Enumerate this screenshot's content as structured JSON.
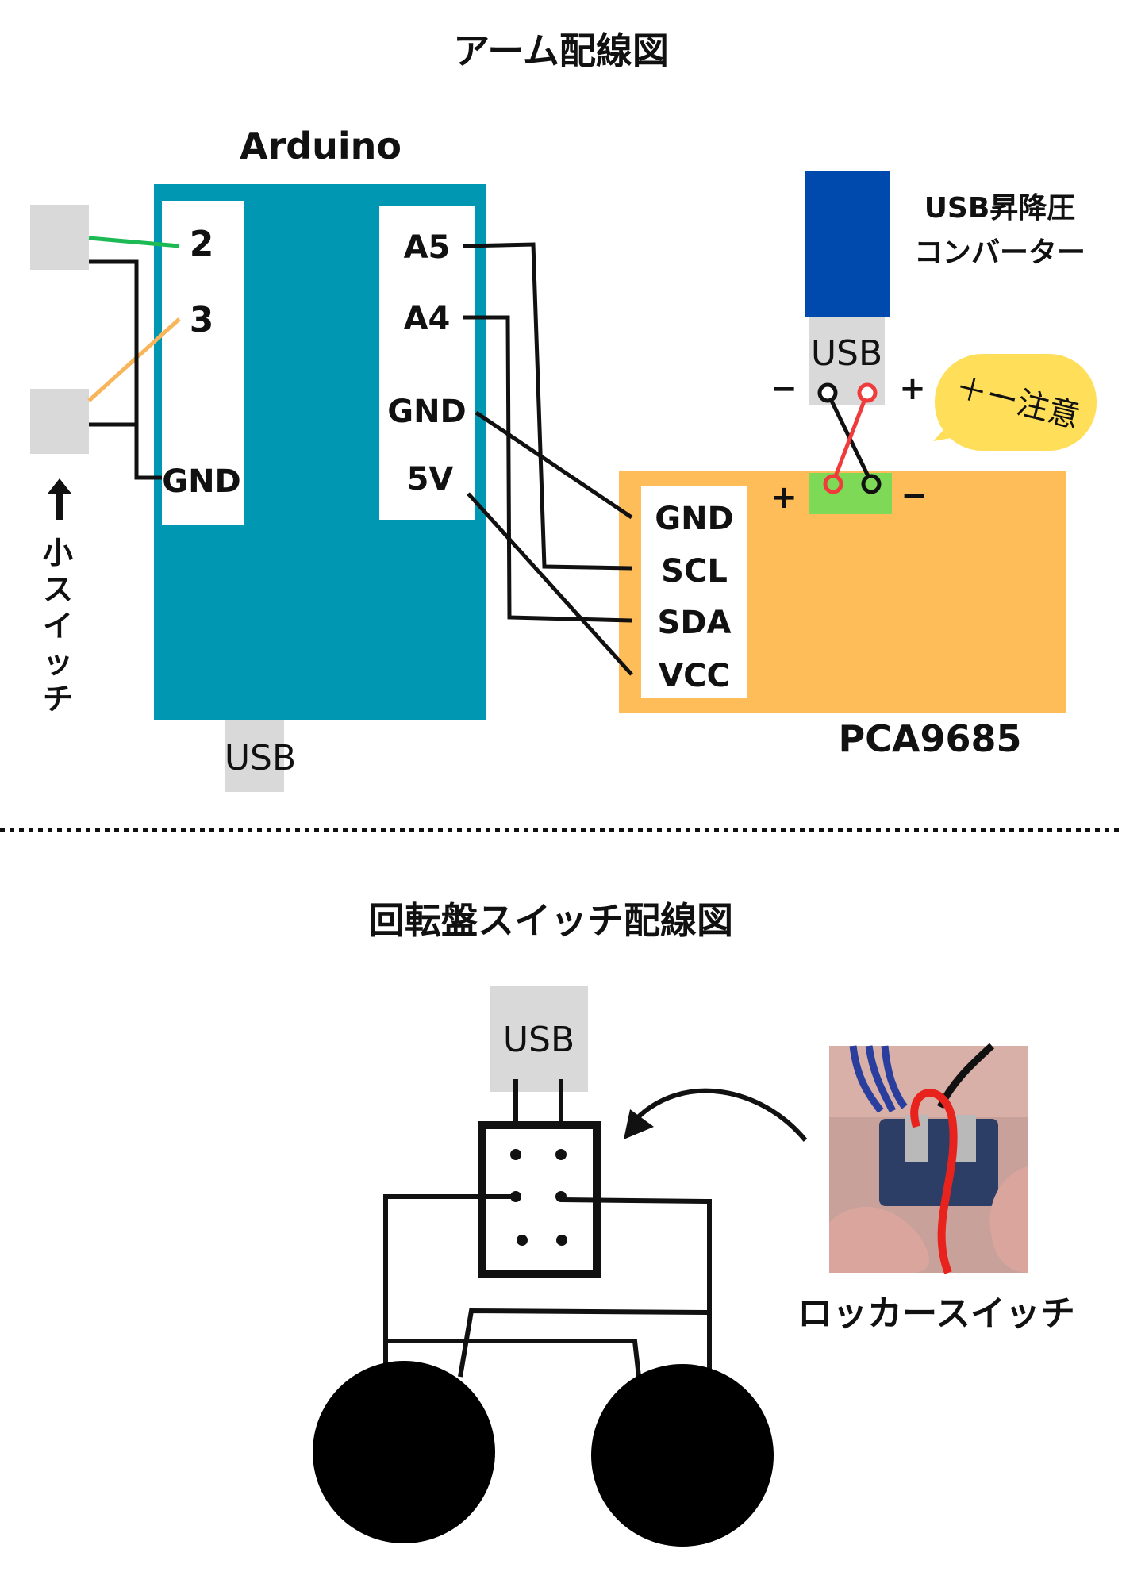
{
  "arm": {
    "title": "アーム配線図",
    "arduino": {
      "label": "Arduino",
      "left_pins": [
        "2",
        "3",
        "GND"
      ],
      "right_pins": [
        "A5",
        "A4",
        "GND",
        "5V"
      ],
      "usb": "USB",
      "color": "#0097b2"
    },
    "small_switch_label": [
      "小",
      "ス",
      "イ",
      "ッ",
      "チ"
    ],
    "converter": {
      "label_line1": "USB昇降圧",
      "label_line2": "コンバーター",
      "usb": "USB",
      "minus": "−",
      "plus": "+",
      "color": "#004aad"
    },
    "warning_bubble": "＋ー注意",
    "pca": {
      "label": "PCA9685",
      "pins": [
        "GND",
        "SCL",
        "SDA",
        "VCC"
      ],
      "plus": "+",
      "minus": "−",
      "color": "#ffbd59"
    },
    "wire_colors": {
      "green": "#1db954",
      "orange": "#f9b55a",
      "red": "#ef3b3b"
    }
  },
  "turntable": {
    "title": "回転盤スイッチ配線図",
    "usb": "USB",
    "rocker_switch_label": "ロッカースイッチ"
  }
}
